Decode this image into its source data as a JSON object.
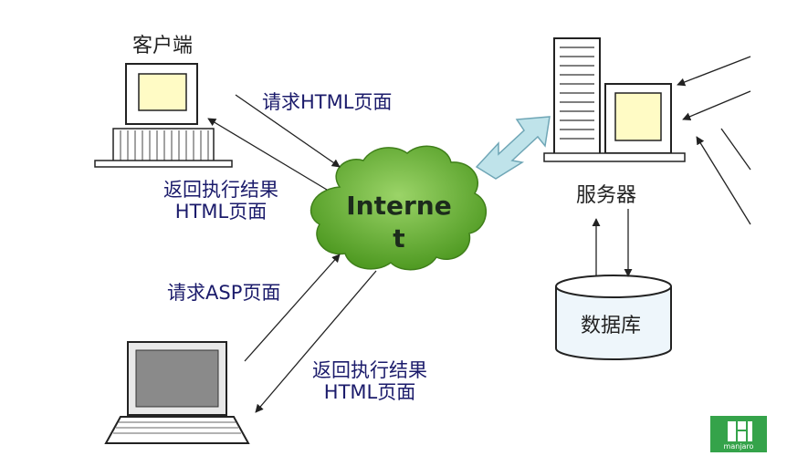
{
  "diagram": {
    "client_label": "客户端",
    "request_html": "请求HTML页面",
    "return_result_1": "返回执行结果",
    "return_html_1": "HTML页面",
    "request_asp": "请求ASP页面",
    "return_result_2": "返回执行结果",
    "return_html_2": "HTML页面",
    "cloud_line1": "Interne",
    "cloud_line2": "t",
    "server_label": "服务器",
    "database_label": "数据库",
    "colors": {
      "cloud": "#73b93a",
      "monitor_screen": "#fffbc5",
      "double_arrow": "#bfe3ea",
      "text_blue": "#1b1b6b"
    }
  },
  "watermark": {
    "text": "manjaro"
  }
}
